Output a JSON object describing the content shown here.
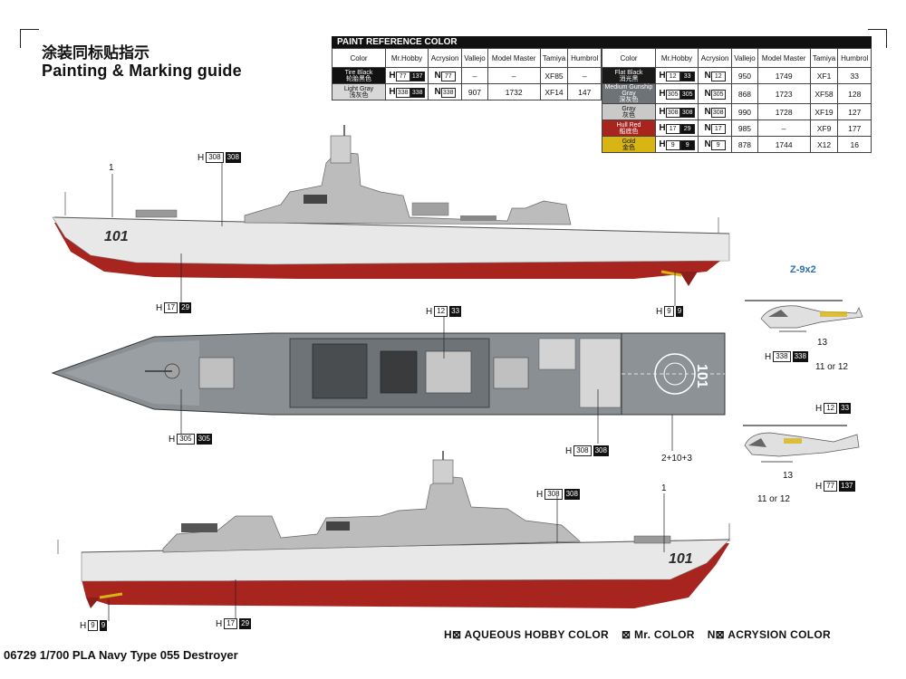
{
  "header": {
    "title_cn": "涂装同标贴指示",
    "title_en": "Painting & Marking guide"
  },
  "paint_reference": {
    "title": "PAINT REFERENCE COLOR",
    "columns": [
      "Color",
      "Mr.Hobby",
      "Acrysion",
      "Vallejo",
      "Model Master",
      "Tamiya",
      "Humbrol"
    ],
    "left": [
      {
        "name": "Tire Black",
        "name_cn": "轮胎黑色",
        "swatch": "#111111",
        "text": "#ffffff",
        "h": "77",
        "h_dark": "137",
        "n": "77",
        "vallejo": "–",
        "model_master": "–",
        "tamiya": "XF85",
        "humbrol": "–"
      },
      {
        "name": "Light Gray",
        "name_cn": "浅灰色",
        "swatch": "#d8d8d8",
        "text": "#111111",
        "h": "338",
        "h_dark": "338",
        "n": "338",
        "vallejo": "907",
        "model_master": "1732",
        "tamiya": "XF14",
        "humbrol": "147"
      }
    ],
    "right": [
      {
        "name": "Flat Black",
        "name_cn": "消光黑",
        "swatch": "#1a1a1a",
        "text": "#ffffff",
        "h": "12",
        "h_dark": "33",
        "n": "12",
        "vallejo": "950",
        "model_master": "1749",
        "tamiya": "XF1",
        "humbrol": "33"
      },
      {
        "name": "Medium Gunship Gray",
        "name_cn": "深灰色",
        "swatch": "#6e7378",
        "text": "#ffffff",
        "h": "305",
        "h_dark": "305",
        "n": "305",
        "vallejo": "868",
        "model_master": "1723",
        "tamiya": "XF58",
        "humbrol": "128"
      },
      {
        "name": "Gray",
        "name_cn": "灰色",
        "swatch": "#c9c9c9",
        "text": "#111111",
        "h": "308",
        "h_dark": "308",
        "n": "308",
        "vallejo": "990",
        "model_master": "1728",
        "tamiya": "XF19",
        "humbrol": "127"
      },
      {
        "name": "Hull Red",
        "name_cn": "船底色",
        "swatch": "#a8241e",
        "text": "#ffffff",
        "h": "17",
        "h_dark": "29",
        "n": "17",
        "vallejo": "985",
        "model_master": "–",
        "tamiya": "XF9",
        "humbrol": "177"
      },
      {
        "name": "Gold",
        "name_cn": "金色",
        "swatch": "#d9b514",
        "text": "#111111",
        "h": "9",
        "h_dark": "9",
        "n": "9",
        "vallejo": "878",
        "model_master": "1744",
        "tamiya": "X12",
        "humbrol": "16"
      }
    ]
  },
  "ship": {
    "hull_number": "101",
    "deck_number": "101"
  },
  "callouts": {
    "c1_label": "1",
    "c1b_label": "1",
    "top_gray": {
      "h": "H",
      "a": "308",
      "b": "308"
    },
    "top_red": {
      "h": "H",
      "a": "17",
      "b": "29"
    },
    "top_gold": {
      "h": "H",
      "a": "9",
      "b": "9"
    },
    "plan_black": {
      "h": "H",
      "a": "12",
      "b": "33"
    },
    "plan_gunship": {
      "h": "H",
      "a": "305",
      "b": "305"
    },
    "plan_gray": {
      "h": "H",
      "a": "308",
      "b": "308"
    },
    "plan_decal": "2+10+3",
    "bot_gray": {
      "h": "H",
      "a": "308",
      "b": "308"
    },
    "bot_red": {
      "h": "H",
      "a": "17",
      "b": "29"
    },
    "bot_gold": {
      "h": "H",
      "a": "9",
      "b": "9"
    }
  },
  "helicopter": {
    "title": "Z-9x2",
    "h1": {
      "h": "H",
      "a": "338",
      "b": "338"
    },
    "h2": {
      "h": "H",
      "a": "12",
      "b": "33"
    },
    "h3": {
      "h": "H",
      "a": "77",
      "b": "137"
    },
    "label_13_a": "13",
    "label_13_b": "13",
    "label_11_a": "11 or 12",
    "label_11_b": "11 or 12"
  },
  "legend": {
    "aqueous": "H⊠ AQUEOUS HOBBY COLOR",
    "mr": "⊠ Mr. COLOR",
    "acrysion": "N⊠ ACRYSION COLOR"
  },
  "footer": "06729  1/700 PLA Navy Type 055 Destroyer",
  "colors": {
    "hull_red": "#a8241e",
    "light_gray": "#d8d8d8",
    "gunship_gray": "#6e7378",
    "deck_gray": "#8a8f93"
  }
}
